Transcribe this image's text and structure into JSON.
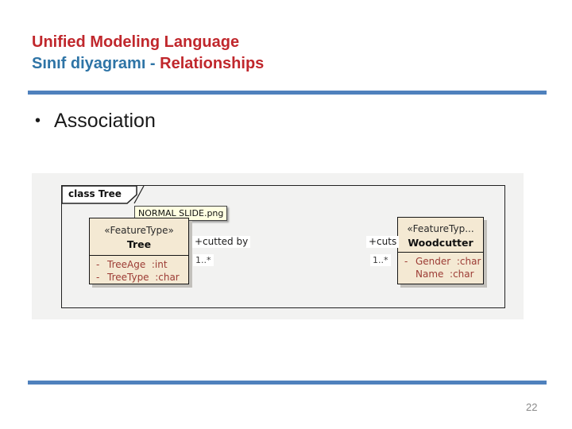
{
  "slide": {
    "title_line1": "Unified Modeling Language",
    "title_line2_blue": "Sınıf diyagramı - ",
    "title_line2_red": "Relationships",
    "bullet_label": "Association",
    "page_number": "22"
  },
  "colors": {
    "title_red": "#C0272C",
    "title_blue": "#2E74A6",
    "rule_blue": "#4F81BD",
    "class_fill": "#F4E9D3",
    "attribute_text": "#9C3B34",
    "tooltip_bg": "#FFFFE1",
    "image_bg": "#F2F2F1"
  },
  "diagram": {
    "frame_label": "class Tree",
    "tooltip_text": "NORMAL SLIDE.png",
    "classes": [
      {
        "stereotype": "«FeatureType»",
        "name": "Tree",
        "attributes": [
          {
            "vis": "-",
            "text": "TreeAge  :int"
          },
          {
            "vis": "-",
            "text": "TreeType  :char"
          }
        ]
      },
      {
        "stereotype": "«FeatureTyp...",
        "name": "Woodcutter",
        "attributes": [
          {
            "vis": "-",
            "text": "Gender  :char"
          },
          {
            "vis": "",
            "text": "Name  :char"
          }
        ]
      }
    ],
    "association": {
      "source_role": "+cutted by",
      "source_multiplicity": "1..*",
      "target_role": "+cuts",
      "target_multiplicity": "1..*"
    }
  }
}
